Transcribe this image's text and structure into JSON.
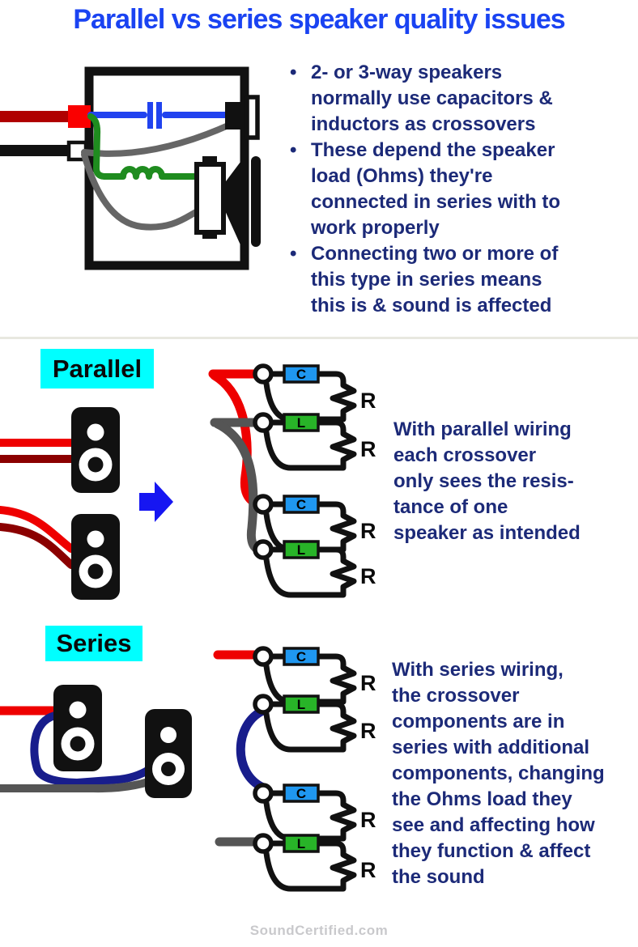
{
  "title": "Parallel vs series speaker quality issues",
  "intro": {
    "bullets": [
      "2- or 3-way speakers\nnormally use capacitors &\ninductors as crossovers",
      "These depend the speaker\nload (Ohms) they're\nconnected in series with to\nwork properly",
      "Connecting two or more of\nthis type in series means\nthis is & sound is affected"
    ]
  },
  "parallel": {
    "label": "Parallel",
    "description": "With parallel wiring\neach crossover\nonly sees the resis-\ntance of one\nspeaker as intended"
  },
  "series": {
    "label": "Series",
    "description": "With series wiring,\nthe crossover\ncomponents are in\nseries with additional\ncomponents, changing\nthe Ohms load they\nsee and affecting how\nthey function & affect\nthe sound"
  },
  "components": {
    "capacitor": "C",
    "inductor": "L",
    "resistor": "R"
  },
  "footer": "SoundCertified.com",
  "colors": {
    "title_blue": "#1a43f2",
    "body_navy": "#1c2a78",
    "label_cyan": "#00ffff",
    "capacitor_blue": "#1f97f0",
    "inductor_green": "#28b428",
    "wire_red": "#ee0000",
    "wire_dark_red": "#8b0000",
    "wire_gray": "#555555",
    "wire_navy": "#181d8c",
    "arrow_blue": "#1616f2"
  }
}
